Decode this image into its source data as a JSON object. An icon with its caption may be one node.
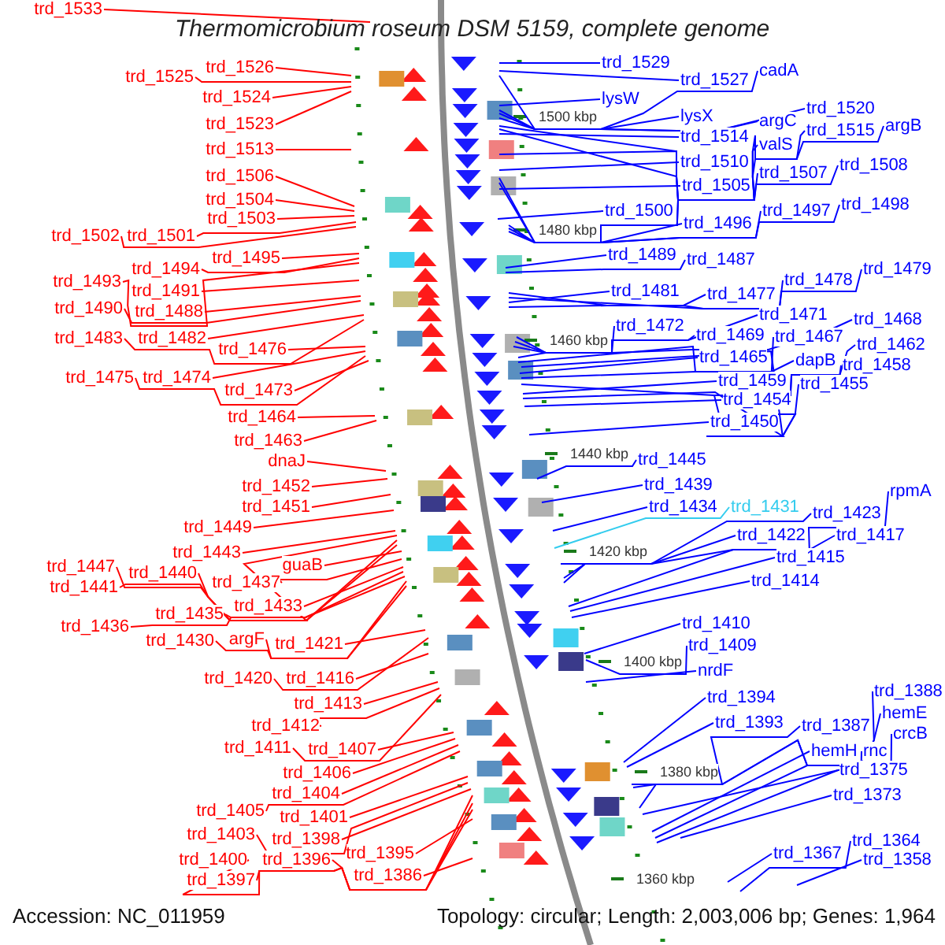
{
  "diagram": {
    "title": "Thermomicrobium roseum DSM 5159, complete genome",
    "nodes": [
      {
        "text": [
          "trd_1533"
        ]
      },
      {
        "text": [
          "trd_1526"
        ]
      },
      {
        "text": [
          "trd_1525"
        ]
      },
      {
        "text": [
          "trd_1524"
        ]
      },
      {
        "text": [
          "trd_1523"
        ]
      },
      {
        "text": [
          "trd_1513"
        ]
      },
      {
        "text": [
          "trd_1506"
        ]
      },
      {
        "text": [
          "trd_1504"
        ]
      },
      {
        "text": [
          "trd_1503"
        ]
      },
      {
        "text": [
          "trd_1502"
        ]
      },
      {
        "text": [
          "trd_1501"
        ]
      },
      {
        "text": [
          "trd_1495"
        ]
      },
      {
        "text": [
          "trd_1494"
        ]
      },
      {
        "text": [
          "trd_1493"
        ]
      },
      {
        "text": [
          "trd_1491"
        ]
      },
      {
        "text": [
          "trd_1490"
        ]
      },
      {
        "text": [
          "trd_1488"
        ]
      },
      {
        "text": [
          "trd_1483"
        ]
      },
      {
        "text": [
          "trd_1482"
        ]
      },
      {
        "text": [
          "trd_1476"
        ]
      },
      {
        "text": [
          "trd_1475"
        ]
      },
      {
        "text": [
          "trd_1474"
        ]
      },
      {
        "text": [
          "trd_1473"
        ]
      },
      {
        "text": [
          "trd_1464"
        ]
      },
      {
        "text": [
          "trd_1463"
        ]
      },
      {
        "text": [
          "dnaJ"
        ]
      },
      {
        "text": [
          "trd_1452"
        ]
      },
      {
        "text": [
          "trd_1451"
        ]
      },
      {
        "text": [
          "trd_1449"
        ]
      },
      {
        "text": [
          "trd_1443"
        ]
      },
      {
        "text": [
          "trd_1447"
        ]
      },
      {
        "text": [
          "trd_1440"
        ]
      },
      {
        "text": [
          "trd_1441"
        ]
      },
      {
        "text": [
          "guaB"
        ]
      },
      {
        "text": [
          "trd_1437"
        ]
      },
      {
        "text": [
          "trd_1433"
        ]
      },
      {
        "text": [
          "trd_1435"
        ]
      },
      {
        "text": [
          "trd_1436"
        ]
      },
      {
        "text": [
          "trd_1430"
        ]
      },
      {
        "text": [
          "argF"
        ]
      },
      {
        "text": [
          "trd_1421"
        ]
      },
      {
        "text": [
          "trd_1420"
        ]
      },
      {
        "text": [
          "trd_1416"
        ]
      },
      {
        "text": [
          "trd_1413"
        ]
      },
      {
        "text": [
          "trd_1412"
        ]
      },
      {
        "text": [
          "trd_1411"
        ]
      },
      {
        "text": [
          "trd_1407"
        ]
      },
      {
        "text": [
          "trd_1406"
        ]
      },
      {
        "text": [
          "trd_1404"
        ]
      },
      {
        "text": [
          "trd_1405"
        ]
      },
      {
        "text": [
          "trd_1401"
        ]
      },
      {
        "text": [
          "trd_1403"
        ]
      },
      {
        "text": [
          "trd_1398"
        ]
      },
      {
        "text": [
          "trd_1400"
        ]
      },
      {
        "text": [
          "trd_1396"
        ]
      },
      {
        "text": [
          "trd_1397"
        ]
      },
      {
        "text": [
          "trd_1395"
        ]
      },
      {
        "text": [
          "trd_1386"
        ]
      },
      {
        "text": [
          "trd_1529"
        ]
      },
      {
        "text": [
          "trd_1527"
        ]
      },
      {
        "text": [
          "cadA"
        ]
      },
      {
        "text": [
          "lysW"
        ]
      },
      {
        "text": [
          "lysX"
        ]
      },
      {
        "text": [
          "trd_1520"
        ]
      },
      {
        "text": [
          "argC"
        ]
      },
      {
        "text": [
          "trd_1515"
        ]
      },
      {
        "text": [
          "argB"
        ]
      },
      {
        "text": [
          "trd_1514"
        ]
      },
      {
        "text": [
          "valS"
        ]
      },
      {
        "text": [
          "trd_1510"
        ]
      },
      {
        "text": [
          "trd_1507"
        ]
      },
      {
        "text": [
          "trd_1508"
        ]
      },
      {
        "text": [
          "trd_1505"
        ]
      },
      {
        "text": [
          "trd_1500"
        ]
      },
      {
        "text": [
          "trd_1497"
        ]
      },
      {
        "text": [
          "trd_1498"
        ]
      },
      {
        "text": [
          "trd_1496"
        ]
      },
      {
        "text": [
          "trd_1489"
        ]
      },
      {
        "text": [
          "trd_1487"
        ]
      },
      {
        "text": [
          "trd_1481"
        ]
      },
      {
        "text": [
          "trd_1477"
        ]
      },
      {
        "text": [
          "trd_1478"
        ]
      },
      {
        "text": [
          "trd_1479"
        ]
      },
      {
        "text": [
          "trd_1472"
        ]
      },
      {
        "text": [
          "trd_1471"
        ]
      },
      {
        "text": [
          "trd_1468"
        ]
      },
      {
        "text": [
          "trd_1469"
        ]
      },
      {
        "text": [
          "trd_1467"
        ]
      },
      {
        "text": [
          "trd_1462"
        ]
      },
      {
        "text": [
          "trd_1465"
        ]
      },
      {
        "text": [
          "dapB"
        ]
      },
      {
        "text": [
          "trd_1458"
        ]
      },
      {
        "text": [
          "trd_1459"
        ]
      },
      {
        "text": [
          "trd_1455"
        ]
      },
      {
        "text": [
          "trd_1454"
        ]
      },
      {
        "text": [
          "trd_1450"
        ]
      },
      {
        "text": [
          "trd_1445"
        ]
      },
      {
        "text": [
          "trd_1439"
        ]
      },
      {
        "text": [
          "trd_1434"
        ]
      },
      {
        "text": [
          "trd_1431"
        ]
      },
      {
        "text": [
          "rpmA"
        ]
      },
      {
        "text": [
          "trd_1423"
        ]
      },
      {
        "text": [
          "trd_1422"
        ]
      },
      {
        "text": [
          "trd_1417"
        ]
      },
      {
        "text": [
          "trd_1415"
        ]
      },
      {
        "text": [
          "trd_1414"
        ]
      },
      {
        "text": [
          "trd_1410"
        ]
      },
      {
        "text": [
          "trd_1409"
        ]
      },
      {
        "text": [
          "nrdF"
        ]
      },
      {
        "text": [
          "trd_1394"
        ]
      },
      {
        "text": [
          "trd_1393"
        ]
      },
      {
        "text": [
          "trd_1388"
        ]
      },
      {
        "text": [
          "trd_1387"
        ]
      },
      {
        "text": [
          "hemE"
        ]
      },
      {
        "text": [
          "crcB"
        ]
      },
      {
        "text": [
          "hemH"
        ]
      },
      {
        "text": [
          "rnc"
        ]
      },
      {
        "text": [
          "trd_1375"
        ]
      },
      {
        "text": [
          "trd_1373"
        ]
      },
      {
        "text": [
          "trd_1364"
        ]
      },
      {
        "text": [
          "trd_1367"
        ]
      },
      {
        "text": [
          "trd_1358"
        ]
      }
    ],
    "edges": [
      {
        "from": 0,
        "to": null,
        "arrow": "none",
        "color": "#ff0000"
      },
      {
        "from": 1,
        "to": null,
        "arrow": "none",
        "color": "#ff0000"
      },
      {
        "from": 2,
        "to": null,
        "arrow": "none",
        "color": "#ff0000"
      },
      {
        "from": 3,
        "to": null,
        "arrow": "none",
        "color": "#ff0000"
      },
      {
        "from": 4,
        "to": null,
        "arrow": "none",
        "color": "#ff0000"
      },
      {
        "from": 5,
        "to": null,
        "arrow": "none",
        "color": "#ff0000"
      },
      {
        "from": 6,
        "to": null,
        "arrow": "none",
        "color": "#ff0000"
      },
      {
        "from": 7,
        "to": null,
        "arrow": "none",
        "color": "#ff0000"
      },
      {
        "from": 8,
        "to": null,
        "arrow": "none",
        "color": "#ff0000"
      },
      {
        "from": 9,
        "to": null,
        "arrow": "none",
        "color": "#ff0000"
      },
      {
        "from": 10,
        "to": null,
        "arrow": "none",
        "color": "#ff0000"
      },
      {
        "from": 11,
        "to": null,
        "arrow": "none",
        "color": "#ff0000"
      },
      {
        "from": 12,
        "to": null,
        "arrow": "none",
        "color": "#ff0000"
      },
      {
        "from": 13,
        "to": null,
        "arrow": "none",
        "color": "#ff0000"
      },
      {
        "from": 14,
        "to": null,
        "arrow": "none",
        "color": "#ff0000"
      },
      {
        "from": 15,
        "to": null,
        "arrow": "none",
        "color": "#ff0000"
      },
      {
        "from": 16,
        "to": null,
        "arrow": "none",
        "color": "#ff0000"
      },
      {
        "from": 17,
        "to": null,
        "arrow": "none",
        "color": "#ff0000"
      },
      {
        "from": 18,
        "to": null,
        "arrow": "none",
        "color": "#ff0000"
      },
      {
        "from": 19,
        "to": null,
        "arrow": "none",
        "color": "#ff0000"
      },
      {
        "from": 20,
        "to": null,
        "arrow": "none",
        "color": "#ff0000"
      },
      {
        "from": 21,
        "to": null,
        "arrow": "none",
        "color": "#ff0000"
      },
      {
        "from": 22,
        "to": null,
        "arrow": "none",
        "color": "#ff0000"
      },
      {
        "from": 23,
        "to": null,
        "arrow": "none",
        "color": "#ff0000"
      },
      {
        "from": 24,
        "to": null,
        "arrow": "none",
        "color": "#ff0000"
      },
      {
        "from": 25,
        "to": null,
        "arrow": "none",
        "color": "#ff0000"
      },
      {
        "from": 26,
        "to": null,
        "arrow": "none",
        "color": "#ff0000"
      },
      {
        "from": 27,
        "to": null,
        "arrow": "none",
        "color": "#ff0000"
      },
      {
        "from": 28,
        "to": null,
        "arrow": "none",
        "color": "#ff0000"
      },
      {
        "from": 29,
        "to": null,
        "arrow": "none",
        "color": "#ff0000"
      },
      {
        "from": 30,
        "to": null,
        "arrow": "none",
        "color": "#ff0000"
      },
      {
        "from": 31,
        "to": null,
        "arrow": "none",
        "color": "#ff0000"
      },
      {
        "from": 32,
        "to": null,
        "arrow": "none",
        "color": "#ff0000"
      },
      {
        "from": 33,
        "to": null,
        "arrow": "none",
        "color": "#ff0000"
      },
      {
        "from": 34,
        "to": null,
        "arrow": "none",
        "color": "#ff0000"
      },
      {
        "from": 35,
        "to": null,
        "arrow": "none",
        "color": "#ff0000"
      },
      {
        "from": 36,
        "to": null,
        "arrow": "none",
        "color": "#ff0000"
      },
      {
        "from": 37,
        "to": null,
        "arrow": "none",
        "color": "#ff0000"
      },
      {
        "from": 38,
        "to": null,
        "arrow": "none",
        "color": "#ff0000"
      },
      {
        "from": 39,
        "to": null,
        "arrow": "none",
        "color": "#ff0000"
      },
      {
        "from": 40,
        "to": null,
        "arrow": "none",
        "color": "#ff0000"
      },
      {
        "from": 41,
        "to": null,
        "arrow": "none",
        "color": "#ff0000"
      },
      {
        "from": 42,
        "to": null,
        "arrow": "none",
        "color": "#ff0000"
      },
      {
        "from": 43,
        "to": null,
        "arrow": "none",
        "color": "#ff0000"
      },
      {
        "from": 44,
        "to": null,
        "arrow": "none",
        "color": "#ff0000"
      },
      {
        "from": 45,
        "to": null,
        "arrow": "none",
        "color": "#ff0000"
      },
      {
        "from": 46,
        "to": null,
        "arrow": "none",
        "color": "#ff0000"
      },
      {
        "from": 47,
        "to": null,
        "arrow": "none",
        "color": "#ff0000"
      },
      {
        "from": 48,
        "to": null,
        "arrow": "none",
        "color": "#ff0000"
      },
      {
        "from": 49,
        "to": null,
        "arrow": "none",
        "color": "#ff0000"
      },
      {
        "from": 50,
        "to": null,
        "arrow": "none",
        "color": "#ff0000"
      },
      {
        "from": 51,
        "to": null,
        "arrow": "none",
        "color": "#ff0000"
      },
      {
        "from": 52,
        "to": null,
        "arrow": "none",
        "color": "#ff0000"
      },
      {
        "from": 53,
        "to": null,
        "arrow": "none",
        "color": "#ff0000"
      },
      {
        "from": 54,
        "to": null,
        "arrow": "none",
        "color": "#ff0000"
      },
      {
        "from": 55,
        "to": null,
        "arrow": "none",
        "color": "#ff0000"
      },
      {
        "from": 56,
        "to": null,
        "arrow": "none",
        "color": "#ff0000"
      },
      {
        "from": 57,
        "to": null,
        "arrow": "none",
        "color": "#ff0000"
      },
      {
        "from": 58,
        "to": null,
        "arrow": "none",
        "color": "#0000ff"
      },
      {
        "from": 59,
        "to": null,
        "arrow": "none",
        "color": "#0000ff"
      },
      {
        "from": 60,
        "to": null,
        "arrow": "none",
        "color": "#0000ff"
      },
      {
        "from": 61,
        "to": null,
        "arrow": "none",
        "color": "#0000ff"
      },
      {
        "from": 62,
        "to": null,
        "arrow": "none",
        "color": "#0000ff"
      },
      {
        "from": 63,
        "to": null,
        "arrow": "none",
        "color": "#0000ff"
      },
      {
        "from": 64,
        "to": null,
        "arrow": "none",
        "color": "#0000ff"
      },
      {
        "from": 65,
        "to": null,
        "arrow": "none",
        "color": "#0000ff"
      },
      {
        "from": 66,
        "to": null,
        "arrow": "none",
        "color": "#0000ff"
      },
      {
        "from": 67,
        "to": null,
        "arrow": "none",
        "color": "#0000ff"
      },
      {
        "from": 68,
        "to": null,
        "arrow": "none",
        "color": "#0000ff"
      },
      {
        "from": 69,
        "to": null,
        "arrow": "none",
        "color": "#0000ff"
      },
      {
        "from": 70,
        "to": null,
        "arrow": "none",
        "color": "#0000ff"
      },
      {
        "from": 71,
        "to": null,
        "arrow": "none",
        "color": "#0000ff"
      },
      {
        "from": 72,
        "to": null,
        "arrow": "none",
        "color": "#0000ff"
      },
      {
        "from": 73,
        "to": null,
        "arrow": "none",
        "color": "#0000ff"
      },
      {
        "from": 74,
        "to": null,
        "arrow": "none",
        "color": "#0000ff"
      },
      {
        "from": 75,
        "to": null,
        "arrow": "none",
        "color": "#0000ff"
      },
      {
        "from": 76,
        "to": null,
        "arrow": "none",
        "color": "#0000ff"
      },
      {
        "from": 77,
        "to": null,
        "arrow": "none",
        "color": "#0000ff"
      },
      {
        "from": 78,
        "to": null,
        "arrow": "none",
        "color": "#0000ff"
      },
      {
        "from": 79,
        "to": null,
        "arrow": "none",
        "color": "#0000ff"
      },
      {
        "from": 80,
        "to": null,
        "arrow": "none",
        "color": "#0000ff"
      },
      {
        "from": 81,
        "to": null,
        "arrow": "none",
        "color": "#0000ff"
      },
      {
        "from": 82,
        "to": null,
        "arrow": "none",
        "color": "#0000ff"
      },
      {
        "from": 83,
        "to": null,
        "arrow": "none",
        "color": "#0000ff"
      },
      {
        "from": 84,
        "to": null,
        "arrow": "none",
        "color": "#0000ff"
      },
      {
        "from": 85,
        "to": null,
        "arrow": "none",
        "color": "#0000ff"
      },
      {
        "from": 86,
        "to": null,
        "arrow": "none",
        "color": "#0000ff"
      },
      {
        "from": 87,
        "to": null,
        "arrow": "none",
        "color": "#0000ff"
      },
      {
        "from": 88,
        "to": null,
        "arrow": "none",
        "color": "#0000ff"
      },
      {
        "from": 89,
        "to": null,
        "arrow": "none",
        "color": "#0000ff"
      },
      {
        "from": 90,
        "to": null,
        "arrow": "none",
        "color": "#0000ff"
      },
      {
        "from": 91,
        "to": null,
        "arrow": "none",
        "color": "#0000ff"
      },
      {
        "from": 92,
        "to": null,
        "arrow": "none",
        "color": "#0000ff"
      },
      {
        "from": 93,
        "to": null,
        "arrow": "none",
        "color": "#0000ff"
      },
      {
        "from": 94,
        "to": null,
        "arrow": "none",
        "color": "#0000ff"
      },
      {
        "from": 95,
        "to": null,
        "arrow": "none",
        "color": "#0000ff"
      },
      {
        "from": 96,
        "to": null,
        "arrow": "none",
        "color": "#0000ff"
      },
      {
        "from": 97,
        "to": null,
        "arrow": "none",
        "color": "#0000ff"
      },
      {
        "from": 98,
        "to": null,
        "arrow": "none",
        "color": "#0000ff"
      },
      {
        "from": 99,
        "to": null,
        "arrow": "none",
        "color": "#33ccee"
      },
      {
        "from": 100,
        "to": null,
        "arrow": "none",
        "color": "#0000ff"
      },
      {
        "from": 101,
        "to": null,
        "arrow": "none",
        "color": "#0000ff"
      },
      {
        "from": 102,
        "to": null,
        "arrow": "none",
        "color": "#0000ff"
      },
      {
        "from": 103,
        "to": null,
        "arrow": "none",
        "color": "#0000ff"
      },
      {
        "from": 104,
        "to": null,
        "arrow": "none",
        "color": "#0000ff"
      },
      {
        "from": 105,
        "to": null,
        "arrow": "none",
        "color": "#0000ff"
      },
      {
        "from": 106,
        "to": null,
        "arrow": "none",
        "color": "#0000ff"
      },
      {
        "from": 107,
        "to": null,
        "arrow": "none",
        "color": "#0000ff"
      },
      {
        "from": 108,
        "to": null,
        "arrow": "none",
        "color": "#0000ff"
      },
      {
        "from": 109,
        "to": null,
        "arrow": "none",
        "color": "#0000ff"
      },
      {
        "from": 110,
        "to": null,
        "arrow": "none",
        "color": "#0000ff"
      },
      {
        "from": 111,
        "to": null,
        "arrow": "none",
        "color": "#0000ff"
      },
      {
        "from": 112,
        "to": null,
        "arrow": "none",
        "color": "#0000ff"
      },
      {
        "from": 113,
        "to": null,
        "arrow": "none",
        "color": "#0000ff"
      },
      {
        "from": 114,
        "to": null,
        "arrow": "none",
        "color": "#0000ff"
      },
      {
        "from": 115,
        "to": null,
        "arrow": "none",
        "color": "#0000ff"
      },
      {
        "from": 116,
        "to": null,
        "arrow": "none",
        "color": "#0000ff"
      },
      {
        "from": 117,
        "to": null,
        "arrow": "none",
        "color": "#0000ff"
      },
      {
        "from": 118,
        "to": null,
        "arrow": "none",
        "color": "#0000ff"
      },
      {
        "from": 119,
        "to": null,
        "arrow": "none",
        "color": "#0000ff"
      },
      {
        "from": 120,
        "to": null,
        "arrow": "none",
        "color": "#0000ff"
      },
      {
        "from": 121,
        "to": null,
        "arrow": "none",
        "color": "#0000ff"
      }
    ],
    "labels": [
      "1500 kbp",
      "1480 kbp",
      "1460 kbp",
      "1440 kbp",
      "1420 kbp",
      "1400 kbp",
      "1380 kbp",
      "1360 kbp",
      "Accession: NC_011959",
      "Topology: circular; Length: 2,003,006 bp; Genes: 1,964"
    ]
  }
}
